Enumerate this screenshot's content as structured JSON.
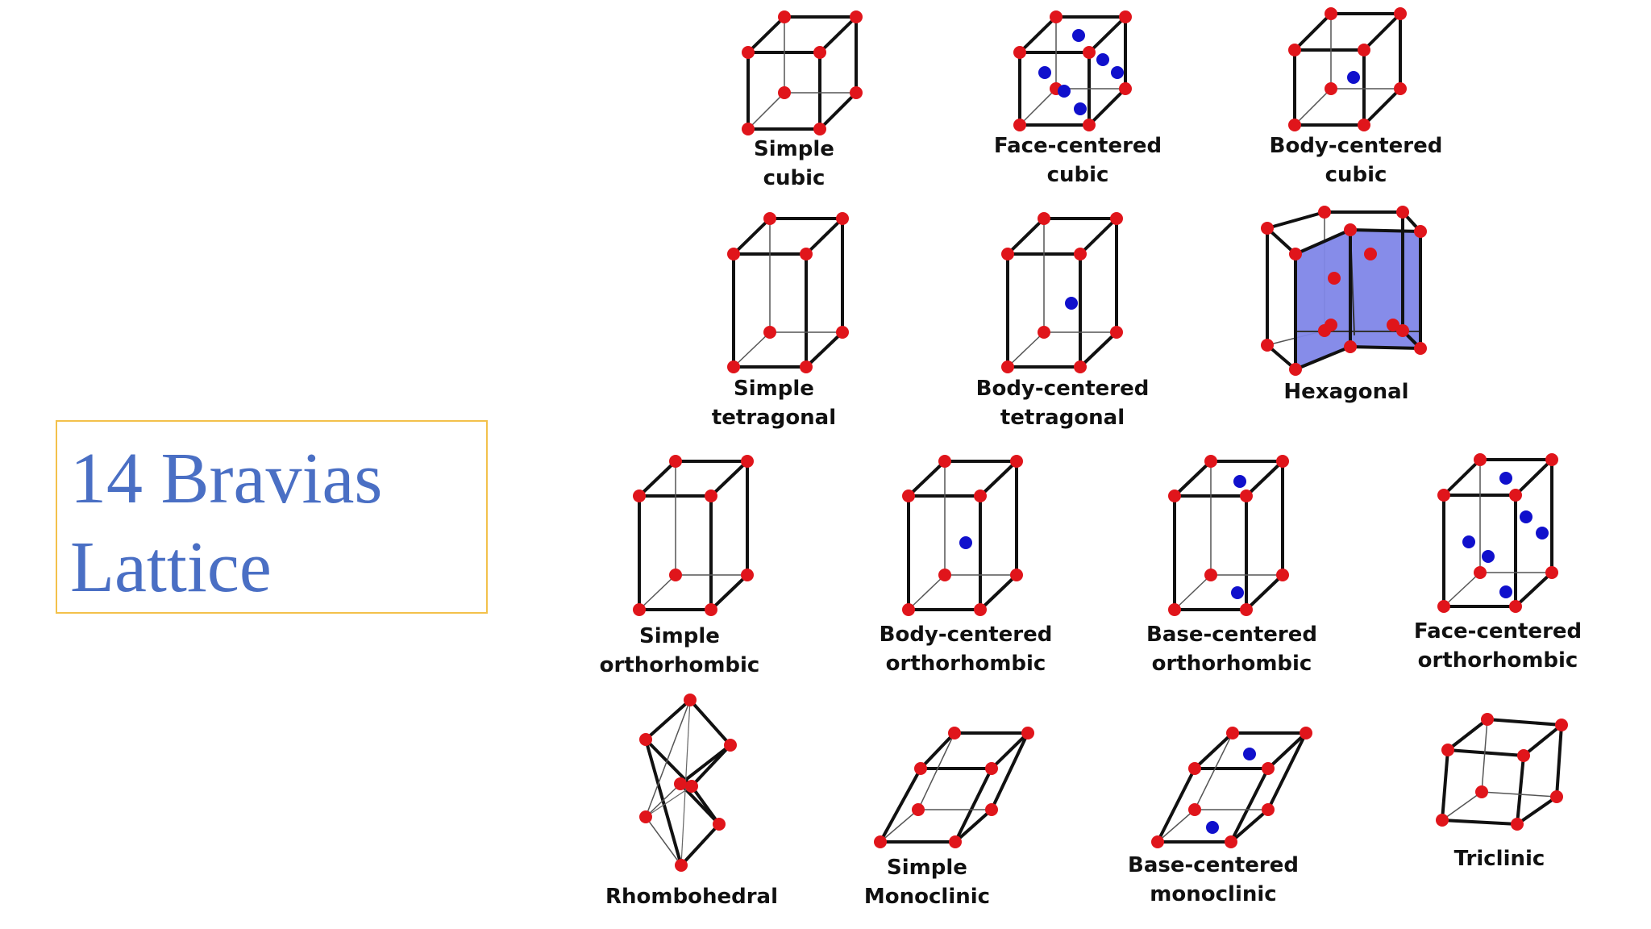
{
  "title": {
    "line1": "14 Bravias",
    "line2": "Lattice"
  },
  "colors": {
    "title_text": "#4a6fc4",
    "title_border": "#f3c14b",
    "corner_atom": "#e0151b",
    "center_atom": "#1010cc",
    "edge": "#111111",
    "hex_fill": "#7f86e8"
  },
  "lattices": [
    {
      "id": "simple-cubic",
      "label_lines": [
        "Simple",
        "cubic"
      ]
    },
    {
      "id": "face-centered-cubic",
      "label_lines": [
        "Face-centered",
        "cubic"
      ]
    },
    {
      "id": "body-centered-cubic",
      "label_lines": [
        "Body-centered",
        "cubic"
      ]
    },
    {
      "id": "simple-tetragonal",
      "label_lines": [
        "Simple",
        "tetragonal"
      ]
    },
    {
      "id": "body-centered-tetragonal",
      "label_lines": [
        "Body-centered",
        "tetragonal"
      ]
    },
    {
      "id": "hexagonal",
      "label_lines": [
        "Hexagonal"
      ]
    },
    {
      "id": "simple-orthorhombic",
      "label_lines": [
        "Simple",
        "orthorhombic"
      ]
    },
    {
      "id": "body-centered-orthorhombic",
      "label_lines": [
        "Body-centered",
        "orthorhombic"
      ]
    },
    {
      "id": "base-centered-orthorhombic",
      "label_lines": [
        "Base-centered",
        "orthorhombic"
      ]
    },
    {
      "id": "face-centered-orthorhombic",
      "label_lines": [
        "Face-centered",
        "orthorhombic"
      ]
    },
    {
      "id": "rhombohedral",
      "label_lines": [
        "Rhombohedral"
      ]
    },
    {
      "id": "simple-monoclinic",
      "label_lines": [
        "Simple",
        "Monoclinic"
      ]
    },
    {
      "id": "base-centered-monoclinic",
      "label_lines": [
        "Base-centered",
        "monoclinic"
      ]
    },
    {
      "id": "triclinic",
      "label_lines": [
        "Triclinic"
      ]
    }
  ]
}
